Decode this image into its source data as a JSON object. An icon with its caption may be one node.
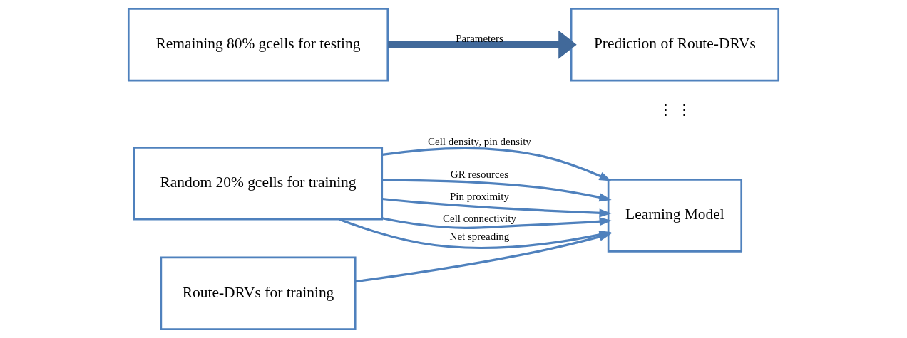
{
  "diagram": {
    "nodes": [
      {
        "text": [
          "Random 20% gcells for training"
        ]
      },
      {
        "text": [
          "Learning Model"
        ]
      },
      {
        "text": [
          "Remaining 80% gcells for testing"
        ]
      },
      {
        "text": [
          "Prediction of Route-DRVs"
        ]
      },
      {
        "text": [
          "Route-DRVs for training"
        ]
      }
    ],
    "edges": [
      {
        "from": 0,
        "to": 1,
        "arrow": "to",
        "label": "Cell density, pin density"
      },
      {
        "from": 0,
        "to": 1,
        "arrow": "to",
        "label": "GR resources"
      },
      {
        "from": 0,
        "to": 1,
        "arrow": "to",
        "label": "Pin proximity"
      },
      {
        "from": 0,
        "to": 1,
        "arrow": "to",
        "label": "Cell connectivity"
      },
      {
        "from": 0,
        "to": 1,
        "arrow": "to",
        "label": "Net spreading"
      },
      {
        "from": 4,
        "to": 1,
        "arrow": "to"
      },
      {
        "from": 2,
        "to": 3,
        "arrow": "to",
        "label": "Parameters",
        "style": "thick",
        "color": "#41699a"
      }
    ],
    "labels": [
      "⋮ ⋮"
    ]
  }
}
